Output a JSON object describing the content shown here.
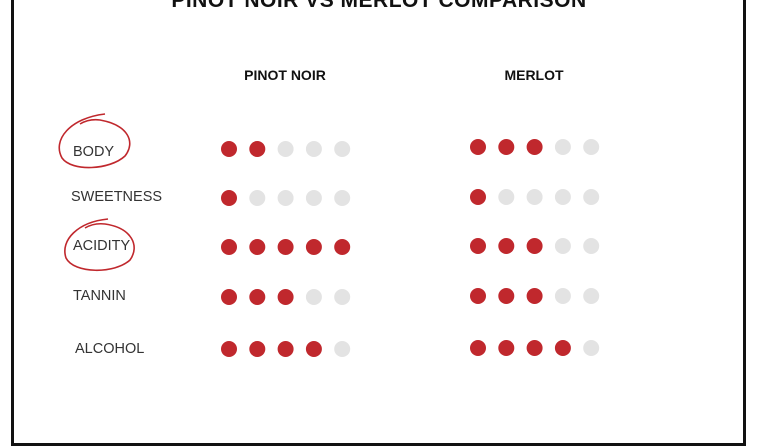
{
  "chart_data": {
    "type": "dot-rating",
    "title": "PINOT NOIR VS MERLOT COMPARISON",
    "categories": [
      "BODY",
      "SWEETNESS",
      "ACIDITY",
      "TANNIN",
      "ALCOHOL"
    ],
    "max": 5,
    "series": [
      {
        "name": "PINOT NOIR",
        "values": [
          2,
          1,
          5,
          3,
          4
        ]
      },
      {
        "name": "MERLOT",
        "values": [
          3,
          1,
          3,
          3,
          4
        ]
      }
    ],
    "highlighted": [
      "BODY",
      "ACIDITY"
    ],
    "colors": {
      "filled": "#c0282d",
      "empty": "#e3e3e3",
      "circle": "#c0282d"
    }
  }
}
